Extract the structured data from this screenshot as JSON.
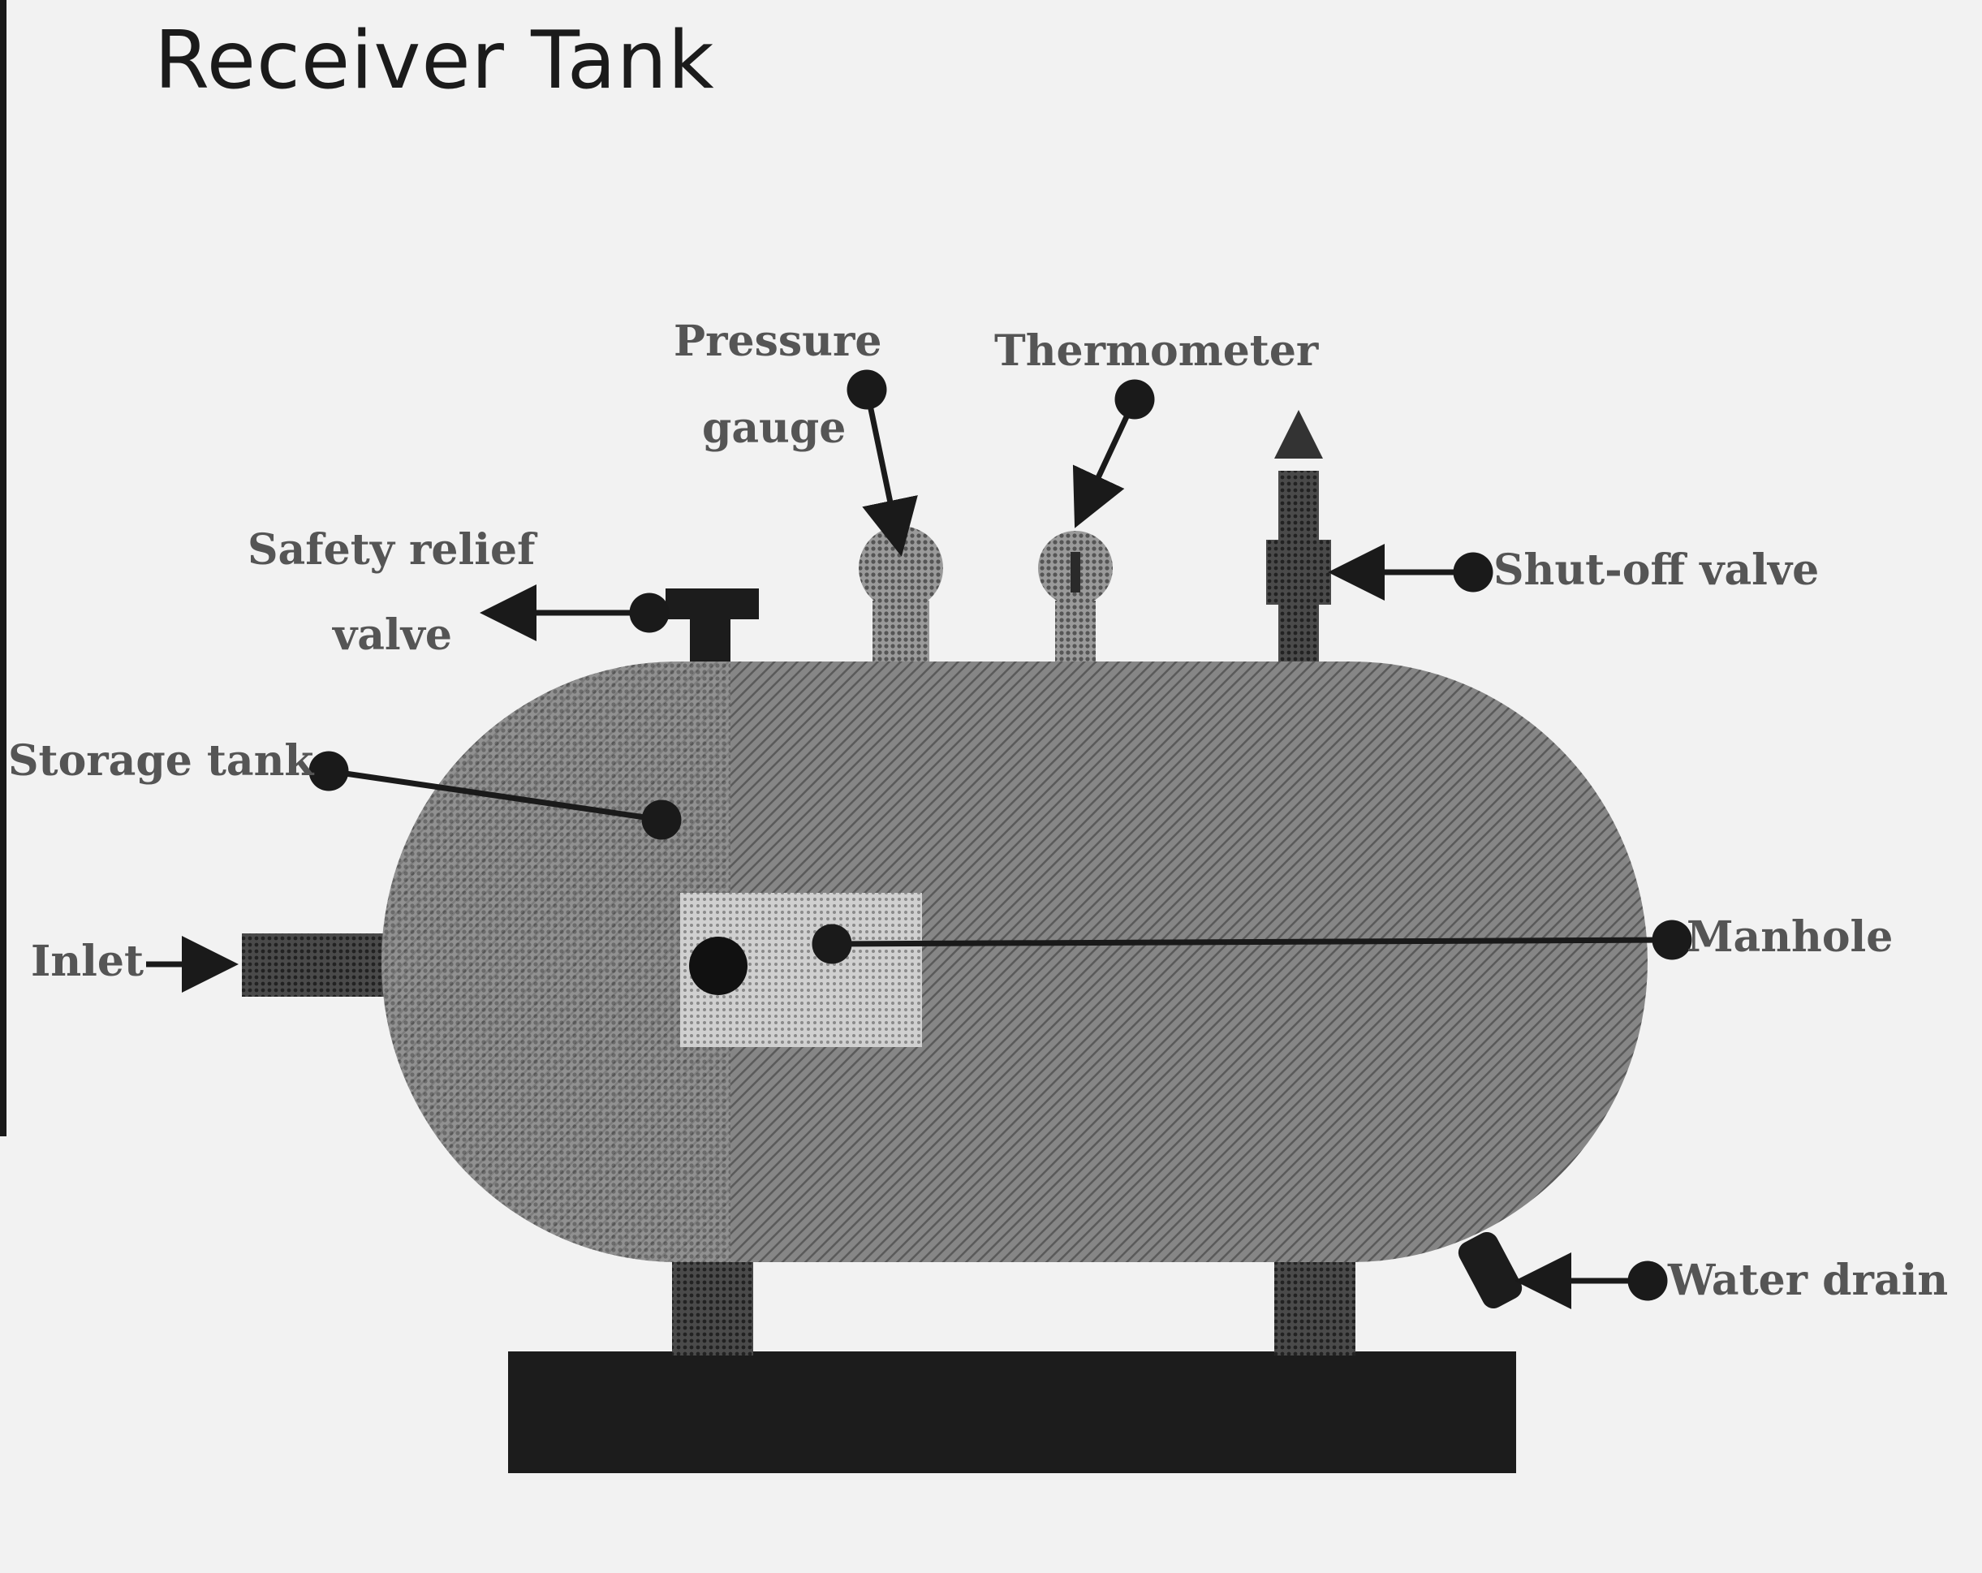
{
  "title": "Receiver Tank",
  "labels": {
    "pressure_gauge": [
      "Pressure",
      "gauge"
    ],
    "thermometer": "Thermometer",
    "safety_relief_valve": [
      "Safety relief",
      "valve"
    ],
    "shut_off_valve": "Shut-off valve",
    "storage_tank": "Storage tank",
    "inlet": "Inlet",
    "manhole": "Manhole",
    "water_drain": "Water drain"
  },
  "colors": {
    "background": "#f2f2f2",
    "tank": "#7a7a7a",
    "dark_parts": "#2a2a2a",
    "manhole_plate": "#bdbdbd",
    "label_text": "#555555"
  }
}
